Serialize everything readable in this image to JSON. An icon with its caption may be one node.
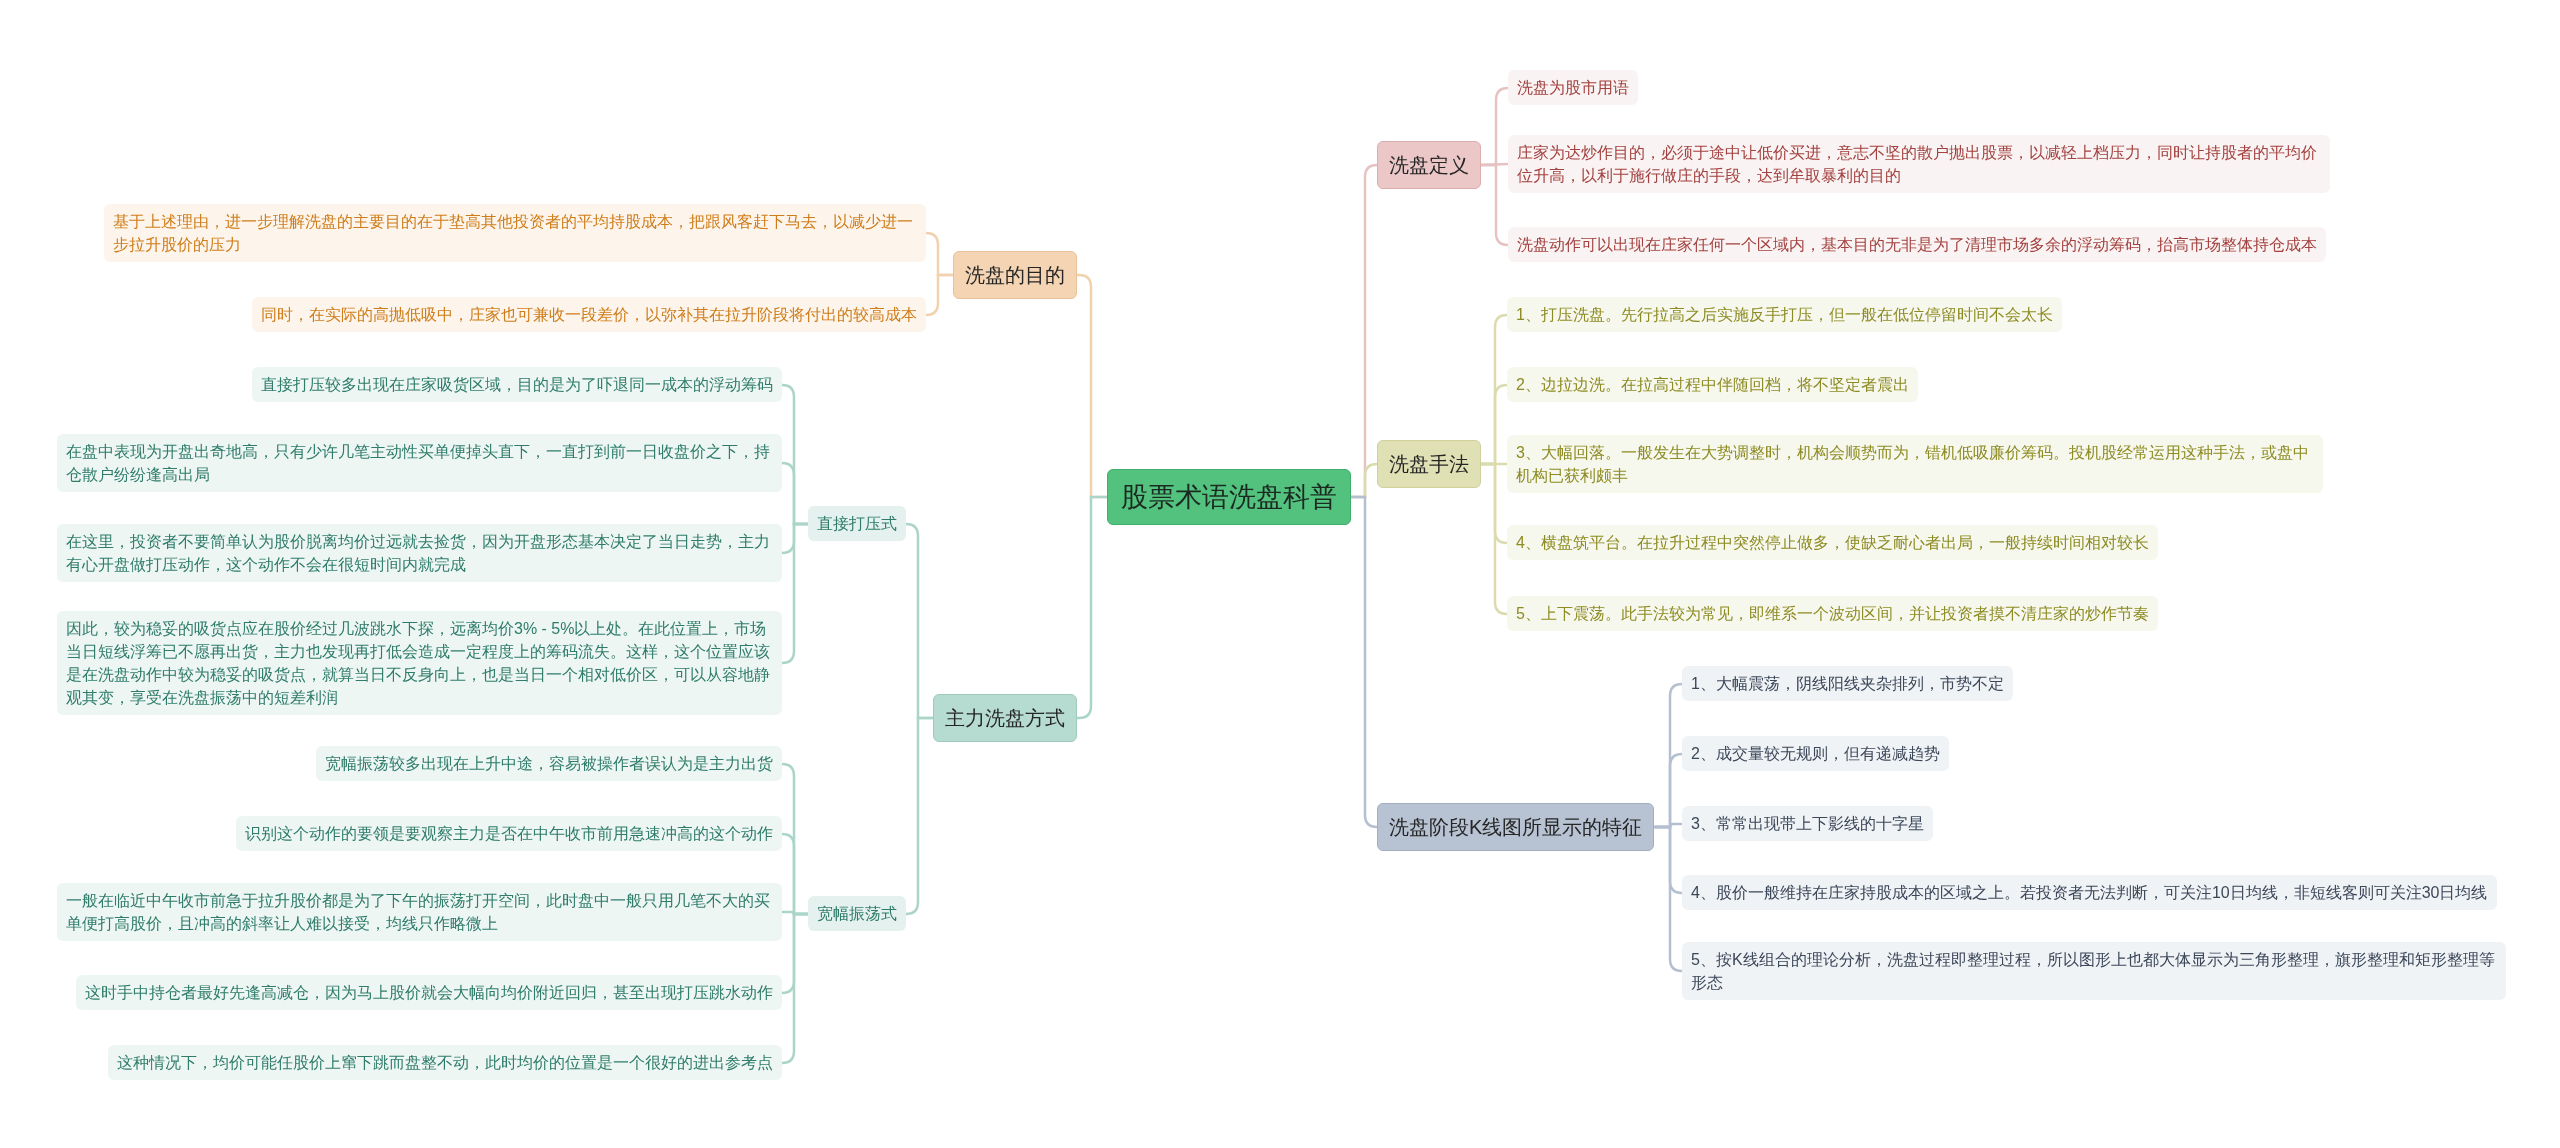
{
  "diagram": {
    "nodes": [
      {
        "text": [
          "股票术语洗盘科普"
        ]
      },
      {
        "text": [
          "洗盘定义"
        ]
      },
      {
        "text": [
          "洗盘为股市用语"
        ]
      },
      {
        "text": [
          "庄家为达炒作目的，必须于途中让低价买进，意志不坚的散户抛出股票，以减轻上档压力，同时让持股者的平均价位升高，以利于施行做庄的手段，达到牟取暴利的目的"
        ]
      },
      {
        "text": [
          "洗盘动作可以出现在庄家任何一个区域内，基本目的无非是为了清理市场多余的浮动筹码，抬高市场整体持仓成本"
        ]
      },
      {
        "text": [
          "洗盘手法"
        ]
      },
      {
        "text": [
          "1、打压洗盘。先行拉高之后实施反手打压，但一般在低位停留时间不会太长"
        ]
      },
      {
        "text": [
          "2、边拉边洗。在拉高过程中伴随回档，将不坚定者震出"
        ]
      },
      {
        "text": [
          "3、大幅回落。一般发生在大势调整时，机构会顺势而为，错机低吸廉价筹码。投机股经常运用这种手法，或盘中机构已获利颇丰"
        ]
      },
      {
        "text": [
          "4、横盘筑平台。在拉升过程中突然停止做多，使缺乏耐心者出局，一般持续时间相对较长"
        ]
      },
      {
        "text": [
          "5、上下震荡。此手法较为常见，即维系一个波动区间，并让投资者摸不清庄家的炒作节奏"
        ]
      },
      {
        "text": [
          "洗盘阶段K线图所显示的特征"
        ]
      },
      {
        "text": [
          "1、大幅震荡，阴线阳线夹杂排列，市势不定"
        ]
      },
      {
        "text": [
          "2、成交量较无规则，但有递减趋势"
        ]
      },
      {
        "text": [
          "3、常常出现带上下影线的十字星"
        ]
      },
      {
        "text": [
          "4、股价一般维持在庄家持股成本的区域之上。若投资者无法判断，可关注10日均线，非短线客则可关注30日均线"
        ]
      },
      {
        "text": [
          "5、按K线组合的理论分析，洗盘过程即整理过程，所以图形上也都大体显示为三角形整理，旗形整理和矩形整理等形态"
        ]
      },
      {
        "text": [
          "洗盘的目的"
        ]
      },
      {
        "text": [
          "基于上述理由，进一步理解洗盘的主要目的在于垫高其他投资者的平均持股成本，把跟风客赶下马去，以减少进一步拉升股价的压力"
        ]
      },
      {
        "text": [
          "同时，在实际的高抛低吸中，庄家也可兼收一段差价，以弥补其在拉升阶段将付出的较高成本"
        ]
      },
      {
        "text": [
          "主力洗盘方式"
        ]
      },
      {
        "text": [
          "直接打压式"
        ]
      },
      {
        "text": [
          "直接打压较多出现在庄家吸货区域，目的是为了吓退同一成本的浮动筹码"
        ]
      },
      {
        "text": [
          "在盘中表现为开盘出奇地高，只有少许几笔主动性买单便掉头直下，一直打到前一日收盘价之下，持仓散户纷纷逢高出局"
        ]
      },
      {
        "text": [
          "在这里，投资者不要简单认为股价脱离均价过远就去捡货，因为开盘形态基本决定了当日走势，主力有心开盘做打压动作，这个动作不会在很短时间内就完成"
        ]
      },
      {
        "text": [
          "因此，较为稳妥的吸货点应在股价经过几波跳水下探，远离均价3% - 5%以上处。在此位置上，市场当日短线浮筹已不愿再出货，主力也发现再打低会造成一定程度上的筹码流失。这样，这个位置应该是在洗盘动作中较为稳妥的吸货点，就算当日不反身向上，也是当日一个相对低价区，可以从容地静观其变，享受在洗盘振荡中的短差利润"
        ]
      },
      {
        "text": [
          "宽幅振荡式"
        ]
      },
      {
        "text": [
          "宽幅振荡较多出现在上升中途，容易被操作者误认为是主力出货"
        ]
      },
      {
        "text": [
          "识别这个动作的要领是要观察主力是否在中午收市前用急速冲高的这个动作"
        ]
      },
      {
        "text": [
          "一般在临近中午收市前急于拉升股价都是为了下午的振荡打开空间，此时盘中一般只用几笔不大的买单便打高股价，且冲高的斜率让人难以接受，均线只作略微上"
        ]
      },
      {
        "text": [
          "这时手中持仓者最好先逢高减仓，因为马上股价就会大幅向均价附近回归，甚至出现打压跳水动作"
        ]
      },
      {
        "text": [
          "这种情况下，均价可能任股价上窜下跳而盘整不动，此时均价的位置是一个很好的进出参考点"
        ]
      }
    ],
    "edges": [
      {
        "from": 0,
        "to": 1,
        "arrow": "none",
        "color": "#e6c2c3"
      },
      {
        "from": 1,
        "to": 2,
        "arrow": "none",
        "color": "#e6c2c3"
      },
      {
        "from": 1,
        "to": 3,
        "arrow": "none",
        "color": "#e6c2c3"
      },
      {
        "from": 1,
        "to": 4,
        "arrow": "none",
        "color": "#e6c2c3"
      },
      {
        "from": 0,
        "to": 5,
        "arrow": "none",
        "color": "#dadcad"
      },
      {
        "from": 5,
        "to": 6,
        "arrow": "none",
        "color": "#dadcad"
      },
      {
        "from": 5,
        "to": 7,
        "arrow": "none",
        "color": "#dadcad"
      },
      {
        "from": 5,
        "to": 8,
        "arrow": "none",
        "color": "#dadcad"
      },
      {
        "from": 5,
        "to": 9,
        "arrow": "none",
        "color": "#dadcad"
      },
      {
        "from": 5,
        "to": 10,
        "arrow": "none",
        "color": "#dadcad"
      },
      {
        "from": 0,
        "to": 11,
        "arrow": "none",
        "color": "#b4c0cf"
      },
      {
        "from": 11,
        "to": 12,
        "arrow": "none",
        "color": "#b4c0cf"
      },
      {
        "from": 11,
        "to": 13,
        "arrow": "none",
        "color": "#b4c0cf"
      },
      {
        "from": 11,
        "to": 14,
        "arrow": "none",
        "color": "#b4c0cf"
      },
      {
        "from": 11,
        "to": 15,
        "arrow": "none",
        "color": "#b4c0cf"
      },
      {
        "from": 11,
        "to": 16,
        "arrow": "none",
        "color": "#b4c0cf"
      },
      {
        "from": 0,
        "to": 17,
        "arrow": "none",
        "color": "#f1d1ae"
      },
      {
        "from": 17,
        "to": 18,
        "arrow": "none",
        "color": "#f1d1ae"
      },
      {
        "from": 17,
        "to": 19,
        "arrow": "none",
        "color": "#f1d1ae"
      },
      {
        "from": 0,
        "to": 20,
        "arrow": "none",
        "color": "#acd5ca"
      },
      {
        "from": 20,
        "to": 21,
        "arrow": "none",
        "color": "#acd5ca"
      },
      {
        "from": 21,
        "to": 22,
        "arrow": "none",
        "color": "#acd5ca"
      },
      {
        "from": 21,
        "to": 23,
        "arrow": "none",
        "color": "#acd5ca"
      },
      {
        "from": 21,
        "to": 24,
        "arrow": "none",
        "color": "#acd5ca"
      },
      {
        "from": 21,
        "to": 25,
        "arrow": "none",
        "color": "#acd5ca"
      },
      {
        "from": 20,
        "to": 26,
        "arrow": "none",
        "color": "#acd5ca"
      },
      {
        "from": 26,
        "to": 27,
        "arrow": "none",
        "color": "#acd5ca"
      },
      {
        "from": 26,
        "to": 28,
        "arrow": "none",
        "color": "#acd5ca"
      },
      {
        "from": 26,
        "to": 29,
        "arrow": "none",
        "color": "#acd5ca"
      },
      {
        "from": 26,
        "to": 30,
        "arrow": "none",
        "color": "#acd5ca"
      },
      {
        "from": 26,
        "to": 31,
        "arrow": "none",
        "color": "#acd5ca"
      }
    ]
  }
}
